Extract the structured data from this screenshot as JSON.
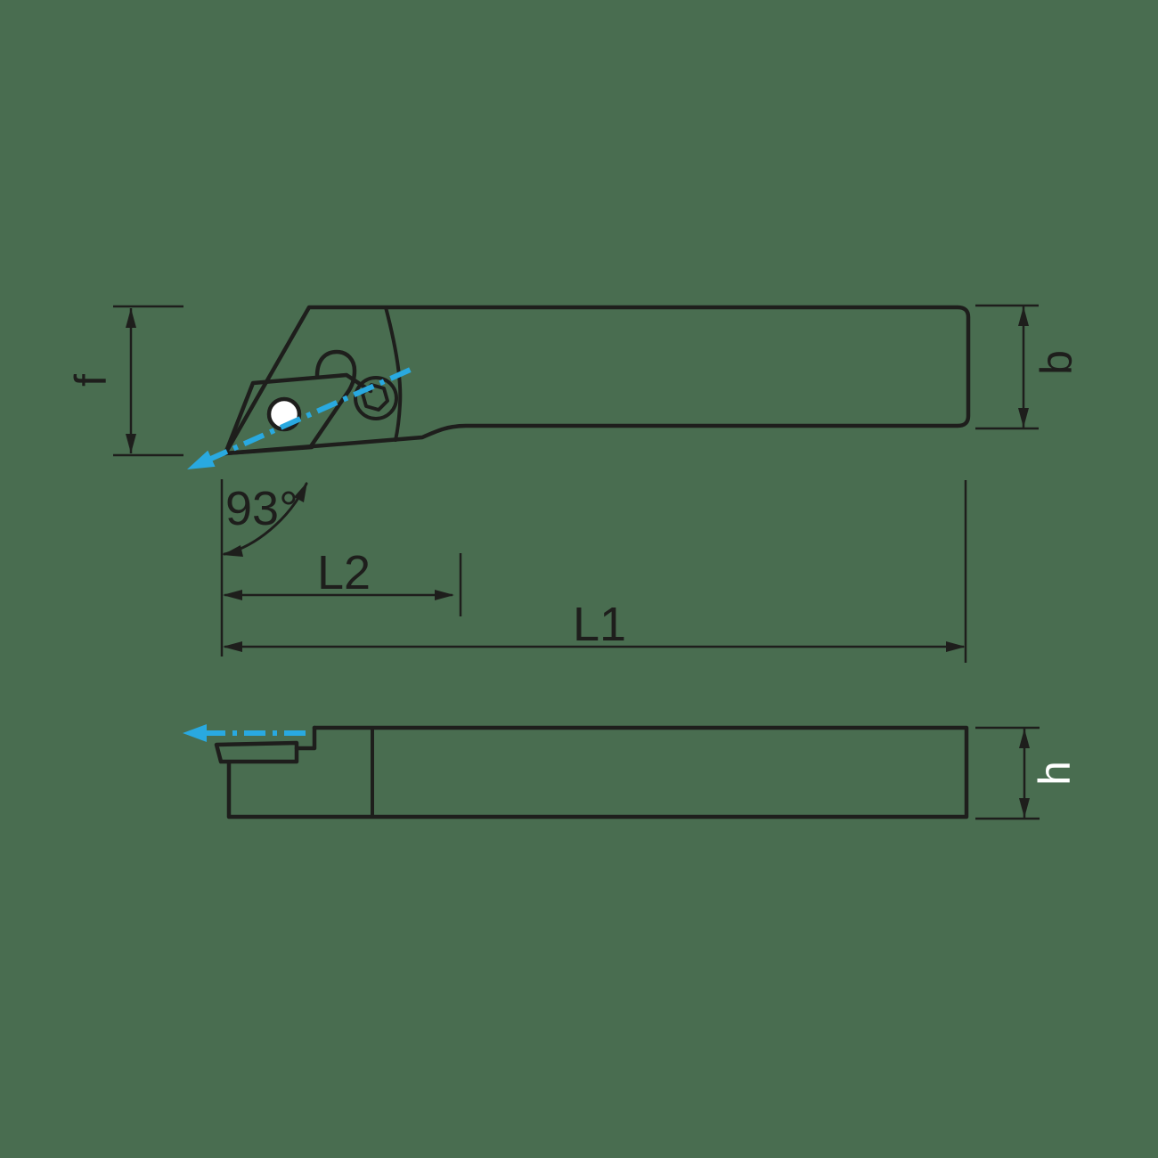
{
  "labels": {
    "height_f": "f",
    "width_b": "b",
    "height_h": "h",
    "length_l1": "L1",
    "length_l2": "L2",
    "angle": "93°"
  },
  "colors": {
    "background": "#496D50",
    "line": "#1E1E1C",
    "accent": "#29A9E0",
    "hole": "#FFFFFF"
  }
}
